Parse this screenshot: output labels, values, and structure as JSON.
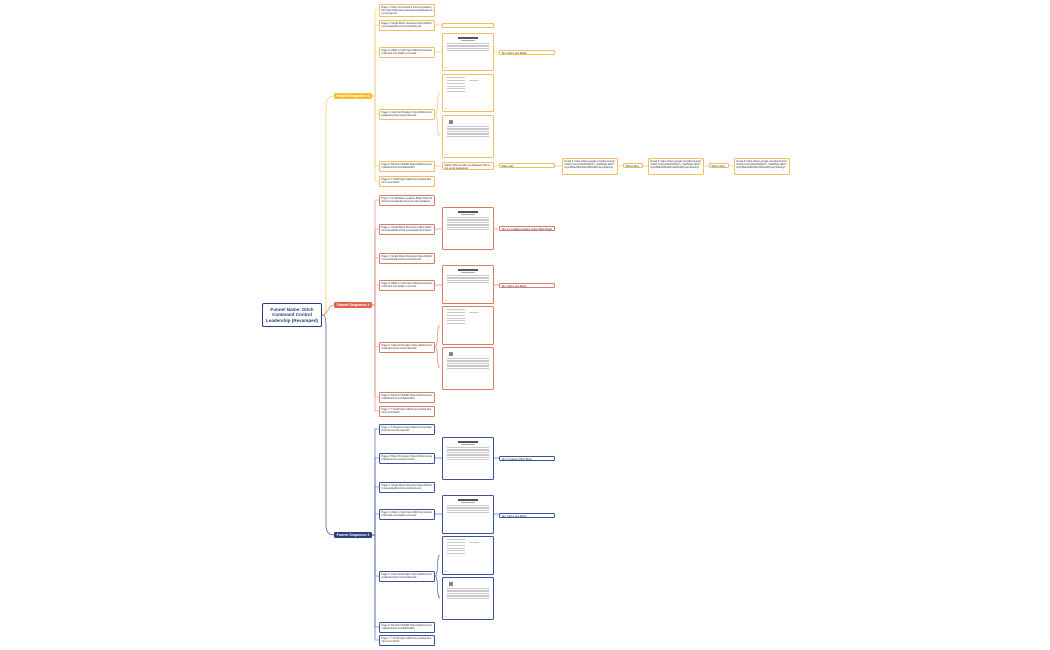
{
  "root": {
    "title": "Funnel Name: Ditch Command Control Leadership (Revamped)"
  },
  "colors": {
    "seq1": "#f5c02b",
    "seq2": "#e2644f",
    "seq3": "#2a3f7a",
    "line1": "#f0c060",
    "line2": "#e07a68",
    "line3": "#3b5299"
  },
  "sequences": [
    {
      "label": "Funnel Sequence 1",
      "pages": [
        "Page 1: Ditch Command & Control Leadership https://ditchcommandandcontrolleadership.com/opt-in/",
        "Page 2: Single Book Checkout https://ditchcommandandcontrol.com/checkout/",
        "Page 3: Walk-in Call https://ditchcommandandcontrol.com/walk-in-consult/",
        "Page 4: Call Confirmation https://ditchcommandandcontrol.com/confirmed/",
        "Page 5: BLACK OFFER https://ditchcommandandcontrol.com/blackoffer/",
        "Page 6: T-Stuff https://ditchcommandandcontrol.com/tstuff/"
      ],
      "notes": [
        "",
        "Tag: Kelly Lund Bobbi",
        "Watch Offer & Call Lost Related-Click in the email sequences",
        "Wait 1 day",
        "Email 1: https://docs.google.com/document/d/1kCm1mq-Wu2hWwbeY_Sde5Xpb-aNZYkcpo5NkeNt0eWfcvdF6/edit?usp=sharing/",
        "Wait 2 days",
        "Email 2: https://docs.google.com/document/d/1kCm1mq-Wu2hWwbeY_Sde5Xpb-aNZYkcpo5NkeNt0eWfcvdF6/edit?usp=sharing/",
        "Wait 2 days",
        "Email 3: https://docs.google.com/document/d/1kCm1mq-Wu2hWwbeY_Sde5Xpb-aNZYkcpo5NkeNt0eWfcvdF6/edit?usp=sharing/"
      ]
    },
    {
      "label": "Funnel Sequence 2",
      "pages": [
        "Page 1: 10 Mistakes Leaders Make https://ditchcommandandcontrol.com/10-mistakes/",
        "Page 2: Upsell Book Promotion https://ditchcommandandcontrol.com/upsell-promotion/",
        "Page 3: Single Book Checkout https://ditchcommandandcontrol.com/checkout/",
        "Page 4: Walk-in Call https://ditchcommandandcontrol.com/walk-in-consult/",
        "Page 5: Call Confirmation https://ditchcommandandcontrol.com/confirmed/",
        "Page 6: BLACK OFFER https://ditchcommandandcontrol.com/blackoffer/",
        "Page 7: T-Stuff https://ditchcommandandcontrol.com/tstuff/"
      ],
      "notes": [
        "Tag: 10 mistakes leaders make (Ditch Book)",
        "Tag: Kelly Lund Bobbi"
      ]
    },
    {
      "label": "Funnel Sequence 3",
      "pages": [
        "Page 1: 5 Reasons https://ditchcommandandcontrol.com/5-reasons/",
        "Page 2: Book Promotion https://ditchcommandandcontrol.com/promotion/",
        "Page 3: Single Book Checkout https://ditchcommandandcontrol.com/checkout/",
        "Page 4: Walk-in Call https://ditchcommandandcontrol.com/walk-in-consult/",
        "Page 5: Call Confirmation https://ditchcommandandcontrol.com/confirmed/",
        "Page 6: BLACK OFFER https://ditchcommandandcontrol.com/blackoffer/",
        "Page 7: T-Stuff https://ditchcommandandcontrol.com/tstuff/"
      ],
      "notes": [
        "Tag: 5 reasons Ditch Book",
        "Tag: Kelly Lund Bobbi"
      ]
    }
  ]
}
